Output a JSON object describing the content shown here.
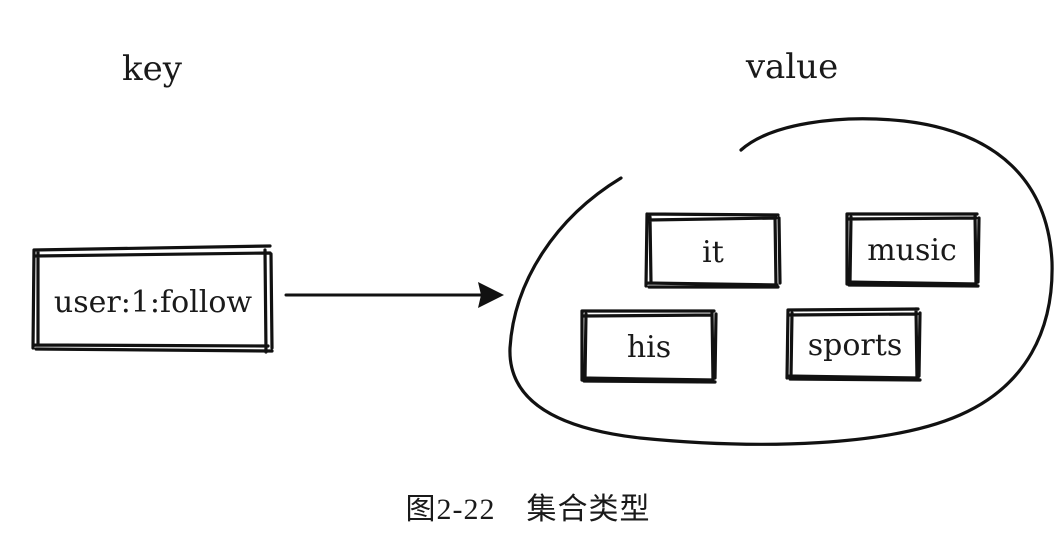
{
  "headers": {
    "key": "key",
    "value": "value"
  },
  "key_box": {
    "label": "user:1:follow"
  },
  "set_members": [
    "it",
    "music",
    "his",
    "sports"
  ],
  "caption": "图2-22　集合类型",
  "colors": {
    "ink": "#111111",
    "background": "#ffffff"
  }
}
